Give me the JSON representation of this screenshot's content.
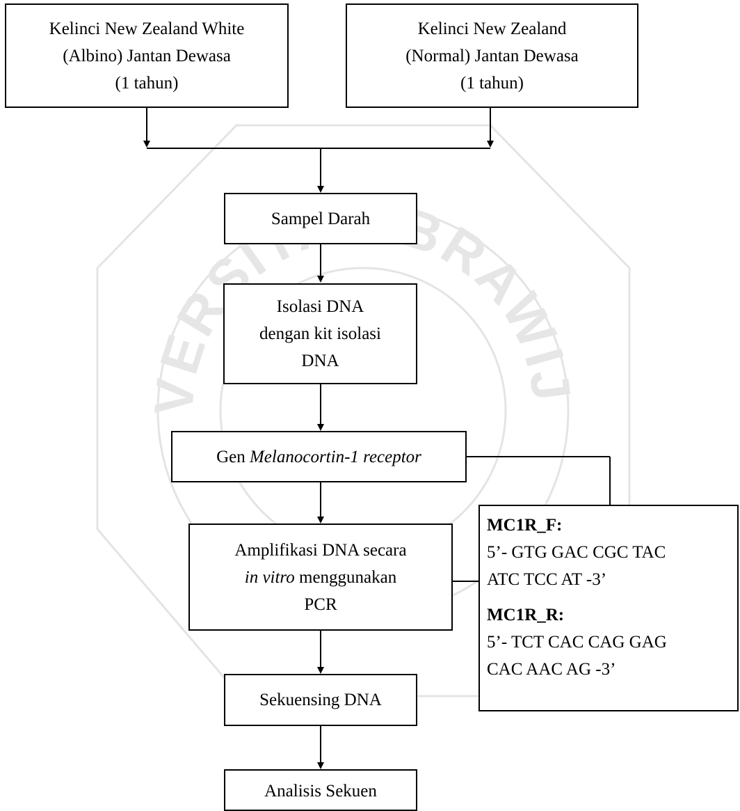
{
  "nodes": {
    "albino": {
      "lines": [
        "Kelinci New Zealand White",
        "(Albino) Jantan Dewasa",
        "(1 tahun)"
      ]
    },
    "normal": {
      "lines": [
        "Kelinci New Zealand",
        "(Normal) Jantan Dewasa",
        "(1 tahun)"
      ]
    },
    "sampel": {
      "label": "Sampel Darah"
    },
    "isolasi": {
      "lines": [
        "Isolasi DNA",
        "dengan kit isolasi",
        "DNA"
      ]
    },
    "gen": {
      "prefix": "Gen ",
      "italic": "Melanocortin-1 receptor"
    },
    "amplifikasi": {
      "line1": "Amplifikasi DNA secara",
      "line2_italic": "in vitro",
      "line2_rest": " menggunakan",
      "line3": "PCR"
    },
    "sekuensing": {
      "label": "Sekuensing DNA"
    },
    "analisis": {
      "label": "Analisis Sekuen"
    }
  },
  "primers": {
    "forward": {
      "title": "MC1R_F:",
      "seq_line1": "5’- GTG GAC CGC TAC",
      "seq_line2": "ATC TCC AT -3’"
    },
    "reverse": {
      "title": "MC1R_R:",
      "seq_line1": "5’- TCT CAC CAG GAG",
      "seq_line2": "CAC AAC AG -3’"
    }
  },
  "watermark": {
    "text": "UNIVERSITAS BRAWIJAYA"
  }
}
